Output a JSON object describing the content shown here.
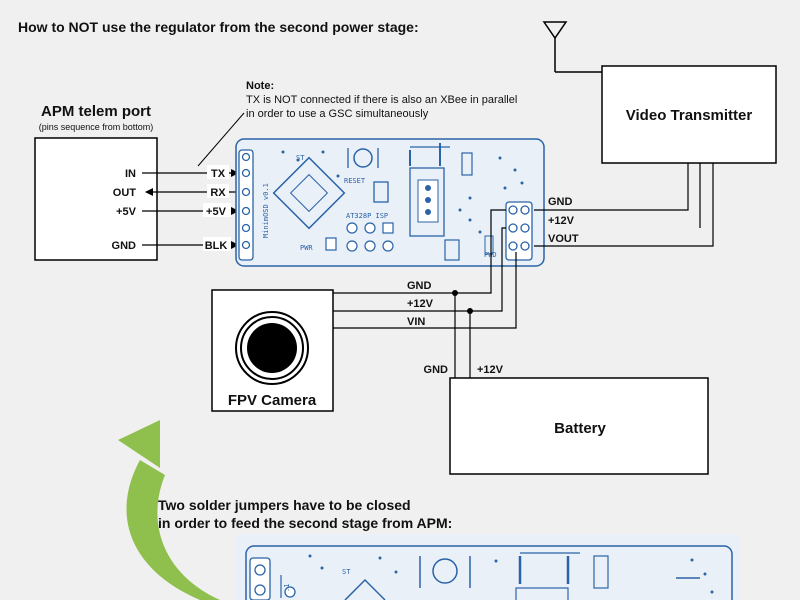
{
  "title": "How to NOT use the regulator from the second power stage:",
  "note": {
    "heading": "Note:",
    "line1": "TX is NOT connected if there is also an XBee in parallel",
    "line2": "in order to use a GSC simultaneously"
  },
  "apm": {
    "title": "APM telem port",
    "subtitle": "(pins sequence from bottom)",
    "pins": [
      "IN",
      "OUT",
      "+5V",
      "GND"
    ]
  },
  "osd_left_pins": [
    "TX",
    "RX",
    "+5V",
    "BLK"
  ],
  "osd_right_pins": [
    "GND",
    "+12V",
    "VOUT"
  ],
  "osd_silkscreen": {
    "name": "MinimOSD v0.1",
    "reset": "RESET",
    "chip": "AT328P ISP",
    "st": "ST",
    "pwr": "PWR",
    "pwd": "PWD"
  },
  "video_tx": {
    "label": "Video Transmitter"
  },
  "camera": {
    "label": "FPV Camera",
    "wires": [
      "GND",
      "+12V",
      "VIN"
    ]
  },
  "battery": {
    "label": "Battery",
    "wires": [
      "GND",
      "+12V"
    ]
  },
  "bottom_text": {
    "line1": "Two solder jumpers have to be closed",
    "line2": "in order to feed the second stage from APM:"
  },
  "bottom_pcb": {
    "label": "ST",
    "label2": ".1"
  },
  "colors": {
    "pcb_outline": "#2a63a8",
    "pcb_fill": "#e9f0f8",
    "arrow": "#8fbf4d",
    "wire": "#000000"
  }
}
